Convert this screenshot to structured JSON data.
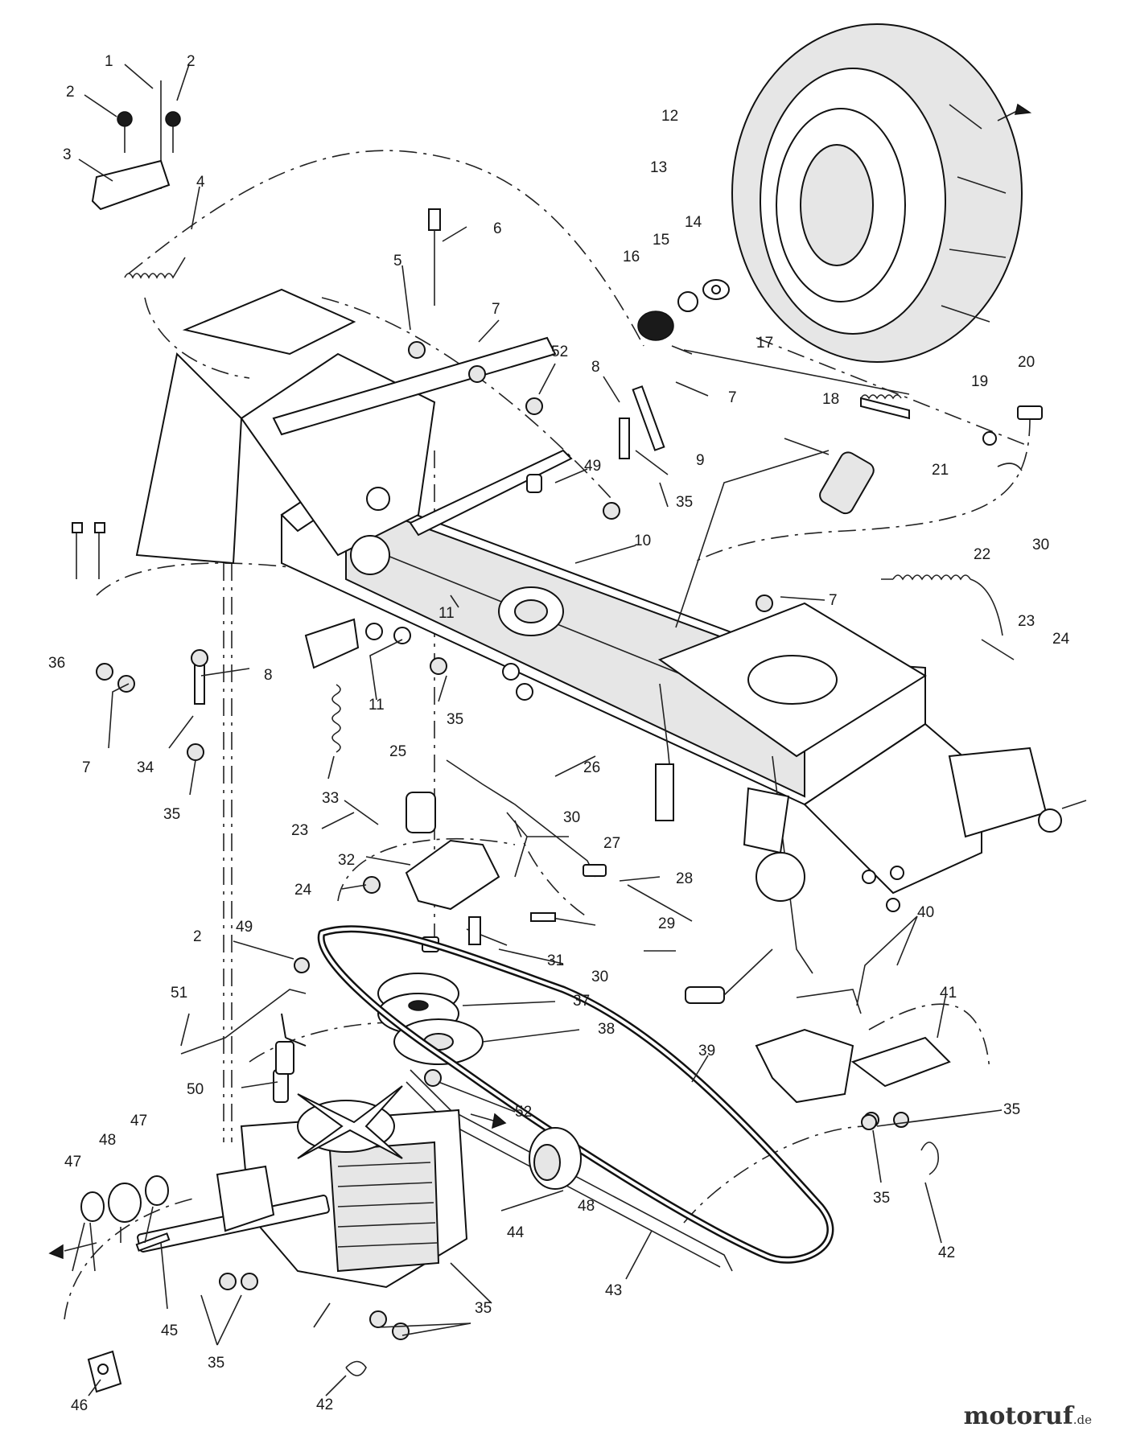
{
  "labels": {
    "l1": "1",
    "l2a": "2",
    "l2b": "2",
    "l2c": "2",
    "l3": "3",
    "l4": "4",
    "l5": "5",
    "l6": "6",
    "l7a": "7",
    "l7b": "7",
    "l7c": "7",
    "l7d": "7",
    "l8a": "8",
    "l8b": "8",
    "l9": "9",
    "l10": "10",
    "l11a": "11",
    "l11b": "11",
    "l12": "12",
    "l13": "13",
    "l14": "14",
    "l15": "15",
    "l16": "16",
    "l17": "17",
    "l18": "18",
    "l19": "19",
    "l20": "20",
    "l21": "21",
    "l22": "22",
    "l23a": "23",
    "l23b": "23",
    "l24a": "24",
    "l24b": "24",
    "l25": "25",
    "l26": "26",
    "l27": "27",
    "l28": "28",
    "l29": "29",
    "l30a": "30",
    "l30b": "30",
    "l30c": "30",
    "l31": "31",
    "l32": "32",
    "l33": "33",
    "l34": "34",
    "l35a": "35",
    "l35b": "35",
    "l35c": "35",
    "l35d": "35",
    "l35e": "35",
    "l35f": "35",
    "l35g": "35",
    "l36": "36",
    "l37": "37",
    "l38": "38",
    "l39": "39",
    "l40": "40",
    "l41": "41",
    "l42a": "42",
    "l42b": "42",
    "l43": "43",
    "l44": "44",
    "l45": "45",
    "l46": "46",
    "l47a": "47",
    "l47b": "47",
    "l48a": "48",
    "l48b": "48",
    "l49a": "49",
    "l49b": "49",
    "l50": "50",
    "l51": "51",
    "l52a": "52",
    "l52b": "52"
  },
  "watermark": {
    "brand": "motoruf",
    "ext": ".de"
  }
}
